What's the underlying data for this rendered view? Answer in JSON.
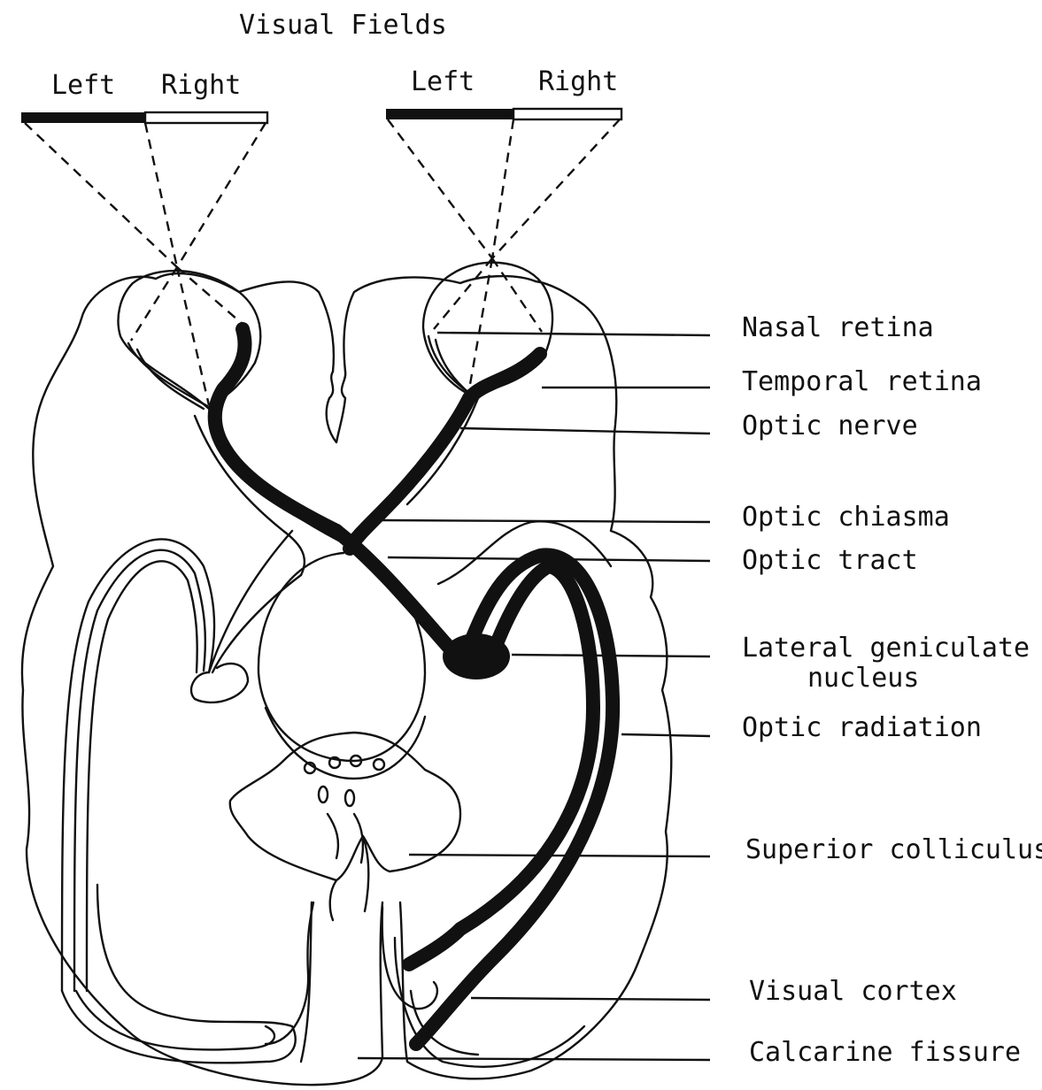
{
  "title": "Visual Fields",
  "eyes": [
    {
      "left_label": "Left",
      "right_label": "Right"
    },
    {
      "left_label": "Left",
      "right_label": "Right"
    }
  ],
  "labels": [
    {
      "key": "nasal_retina",
      "lines": [
        "Nasal retina"
      ]
    },
    {
      "key": "temporal_retina",
      "lines": [
        "Temporal retina"
      ]
    },
    {
      "key": "optic_nerve",
      "lines": [
        "Optic nerve"
      ]
    },
    {
      "key": "optic_chiasma",
      "lines": [
        "Optic chiasma"
      ]
    },
    {
      "key": "optic_tract",
      "lines": [
        "Optic tract"
      ]
    },
    {
      "key": "lateral_geniculate_nucleus",
      "lines": [
        "Lateral geniculate",
        "nucleus"
      ]
    },
    {
      "key": "optic_radiation",
      "lines": [
        "Optic radiation"
      ]
    },
    {
      "key": "superior_colliculus",
      "lines": [
        "Superior colliculus"
      ]
    },
    {
      "key": "visual_cortex",
      "lines": [
        "Visual cortex"
      ]
    },
    {
      "key": "calcarine_fissure",
      "lines": [
        "Calcarine fissure"
      ]
    }
  ],
  "colors": {
    "ink": "#111111",
    "paper": "#ffffff"
  }
}
